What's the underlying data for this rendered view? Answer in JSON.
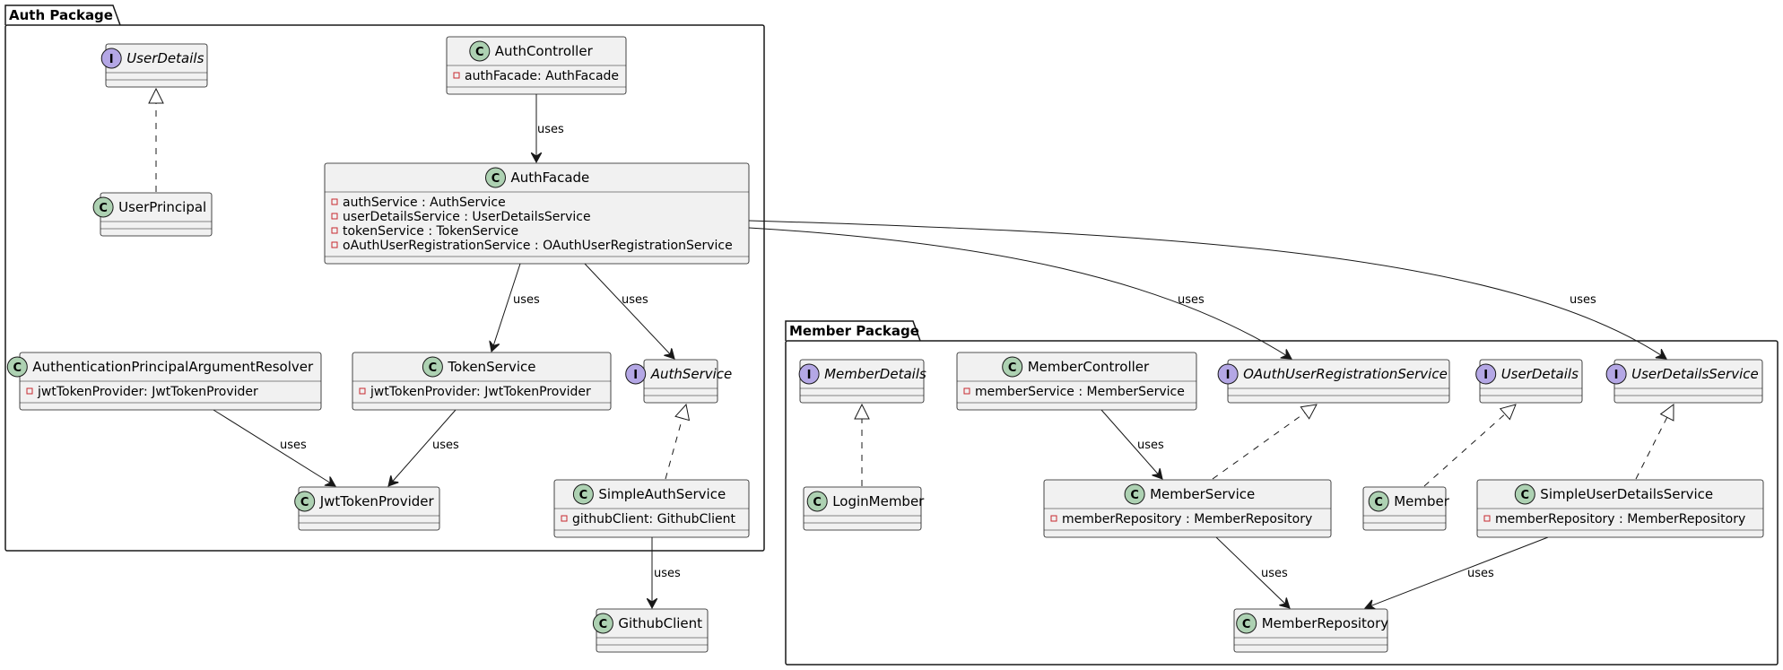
{
  "colors": {
    "class_fill": "#f1f1f1",
    "class_border": "#181818",
    "class_marker": "#add1b2",
    "interface_marker": "#b4a7e5",
    "background": "#ffffff"
  },
  "packages": [
    {
      "id": "auth",
      "title": "Auth Package"
    },
    {
      "id": "member",
      "title": "Member Package"
    }
  ],
  "classes": [
    {
      "id": "auth_userdetails",
      "kind": "interface",
      "name": "UserDetails",
      "fields": []
    },
    {
      "id": "userprincipal",
      "kind": "class",
      "name": "UserPrincipal",
      "fields": []
    },
    {
      "id": "authcontroller",
      "kind": "class",
      "name": "AuthController",
      "fields": [
        "authFacade: AuthFacade"
      ]
    },
    {
      "id": "authfacade",
      "kind": "class",
      "name": "AuthFacade",
      "fields": [
        "authService : AuthService",
        "userDetailsService : UserDetailsService",
        "tokenService : TokenService",
        "oAuthUserRegistrationService : OAuthUserRegistrationService"
      ]
    },
    {
      "id": "authresolver",
      "kind": "class",
      "name": "AuthenticationPrincipalArgumentResolver",
      "fields": [
        "jwtTokenProvider: JwtTokenProvider"
      ]
    },
    {
      "id": "tokenservice",
      "kind": "class",
      "name": "TokenService",
      "fields": [
        "jwtTokenProvider: JwtTokenProvider"
      ]
    },
    {
      "id": "authservice",
      "kind": "interface",
      "name": "AuthService",
      "fields": []
    },
    {
      "id": "jwttokenprovider",
      "kind": "class",
      "name": "JwtTokenProvider",
      "fields": []
    },
    {
      "id": "simpleauthservice",
      "kind": "class",
      "name": "SimpleAuthService",
      "fields": [
        "githubClient: GithubClient"
      ]
    },
    {
      "id": "githubclient",
      "kind": "class",
      "name": "GithubClient",
      "fields": []
    },
    {
      "id": "memberdetails",
      "kind": "interface",
      "name": "MemberDetails",
      "fields": []
    },
    {
      "id": "membercontroller",
      "kind": "class",
      "name": "MemberController",
      "fields": [
        "memberService : MemberService"
      ]
    },
    {
      "id": "oauthreg",
      "kind": "interface",
      "name": "OAuthUserRegistrationService",
      "fields": []
    },
    {
      "id": "member_userdetails",
      "kind": "interface",
      "name": "UserDetails",
      "fields": []
    },
    {
      "id": "userdetailsservice",
      "kind": "interface",
      "name": "UserDetailsService",
      "fields": []
    },
    {
      "id": "loginmember",
      "kind": "class",
      "name": "LoginMember",
      "fields": []
    },
    {
      "id": "memberservice",
      "kind": "class",
      "name": "MemberService",
      "fields": [
        "memberRepository : MemberRepository"
      ]
    },
    {
      "id": "member",
      "kind": "class",
      "name": "Member",
      "fields": []
    },
    {
      "id": "simpleuserdetailsservice",
      "kind": "class",
      "name": "SimpleUserDetailsService",
      "fields": [
        "memberRepository : MemberRepository"
      ]
    },
    {
      "id": "memberrepository",
      "kind": "class",
      "name": "MemberRepository",
      "fields": []
    }
  ],
  "relations": [
    {
      "id": "r1",
      "type": "realization",
      "from": "userprincipal",
      "to": "auth_userdetails",
      "label": ""
    },
    {
      "id": "r2",
      "type": "association",
      "from": "authcontroller",
      "to": "authfacade",
      "label": "uses"
    },
    {
      "id": "r3",
      "type": "association",
      "from": "authfacade",
      "to": "tokenservice",
      "label": "uses"
    },
    {
      "id": "r4",
      "type": "association",
      "from": "authfacade",
      "to": "authservice",
      "label": "uses"
    },
    {
      "id": "r5",
      "type": "association",
      "from": "authfacade",
      "to": "oauthreg",
      "label": "uses"
    },
    {
      "id": "r6",
      "type": "association",
      "from": "authfacade",
      "to": "userdetailsservice",
      "label": "uses"
    },
    {
      "id": "r7",
      "type": "association",
      "from": "authresolver",
      "to": "jwttokenprovider",
      "label": "uses"
    },
    {
      "id": "r8",
      "type": "association",
      "from": "tokenservice",
      "to": "jwttokenprovider",
      "label": "uses"
    },
    {
      "id": "r9",
      "type": "realization",
      "from": "simpleauthservice",
      "to": "authservice",
      "label": ""
    },
    {
      "id": "r10",
      "type": "association",
      "from": "simpleauthservice",
      "to": "githubclient",
      "label": "uses"
    },
    {
      "id": "r11",
      "type": "realization",
      "from": "loginmember",
      "to": "memberdetails",
      "label": ""
    },
    {
      "id": "r12",
      "type": "association",
      "from": "membercontroller",
      "to": "memberservice",
      "label": "uses"
    },
    {
      "id": "r13",
      "type": "realization",
      "from": "memberservice",
      "to": "oauthreg",
      "label": ""
    },
    {
      "id": "r14",
      "type": "realization",
      "from": "member",
      "to": "member_userdetails",
      "label": ""
    },
    {
      "id": "r15",
      "type": "realization",
      "from": "simpleuserdetailsservice",
      "to": "userdetailsservice",
      "label": ""
    },
    {
      "id": "r16",
      "type": "association",
      "from": "memberservice",
      "to": "memberrepository",
      "label": "uses"
    },
    {
      "id": "r17",
      "type": "association",
      "from": "simpleuserdetailsservice",
      "to": "memberrepository",
      "label": "uses"
    }
  ]
}
